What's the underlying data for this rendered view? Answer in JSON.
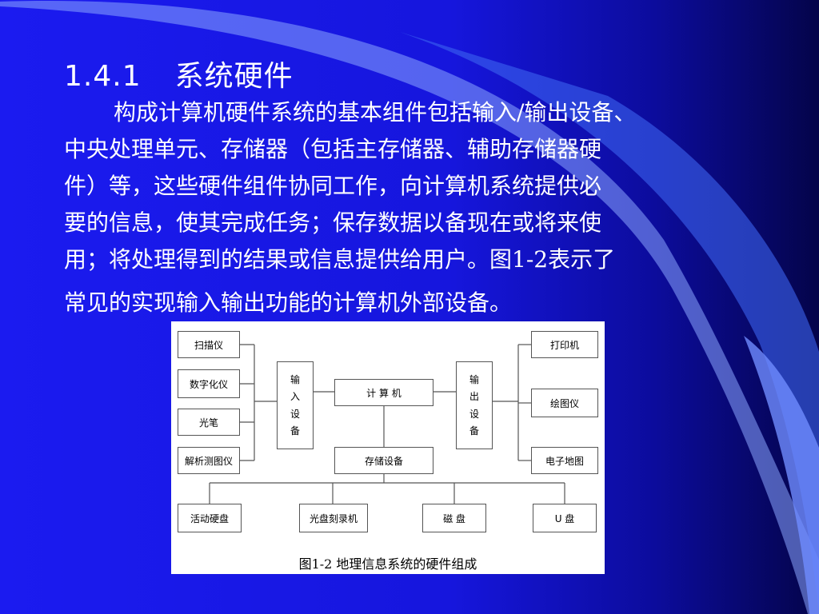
{
  "slide": {
    "heading_number": "1.4.1",
    "heading_title": "系统硬件",
    "paragraph_lines": [
      "构成计算机硬件系统的基本组件包括输入/输出设备、",
      "中央处理单元、存储器（包括主存储器、辅助存储器硬",
      "件）等，这些硬件组件协同工作，向计算机系统提供必",
      "要的信息，使其完成任务；保存数据以备现在或将来使",
      "用；将处理得到的结果或信息提供给用户。图1-2表示了"
    ],
    "paragraph_last": "常见的实现输入输出功能的计算机外部设备。"
  },
  "figure": {
    "caption": "图1-2    地理信息系统的硬件组成",
    "input_devices": [
      "扫描仪",
      "数字化仪",
      "光笔",
      "解析测图仪"
    ],
    "input_group": [
      "输",
      "入",
      "设",
      "备"
    ],
    "computer": "计  算  机",
    "output_group": [
      "输",
      "出",
      "设",
      "备"
    ],
    "output_devices": [
      "打印机",
      "绘图仪",
      "电子地图"
    ],
    "storage": "存储设备",
    "storage_devices": [
      "活动硬盘",
      "光盘刻录机",
      "磁    盘",
      "U    盘"
    ]
  }
}
